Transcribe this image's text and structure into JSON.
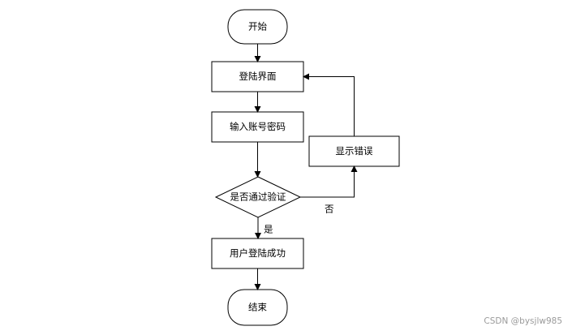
{
  "flowchart": {
    "nodes": {
      "start": "开始",
      "login_page": "登陆界面",
      "input_credentials": "输入账号密码",
      "verify_decision": "是否通过验证",
      "show_error": "显示错误",
      "login_success": "用户登陆成功",
      "end": "结束"
    },
    "edge_labels": {
      "yes": "是",
      "no": "否"
    }
  },
  "watermark": "CSDN @bysjlw985"
}
